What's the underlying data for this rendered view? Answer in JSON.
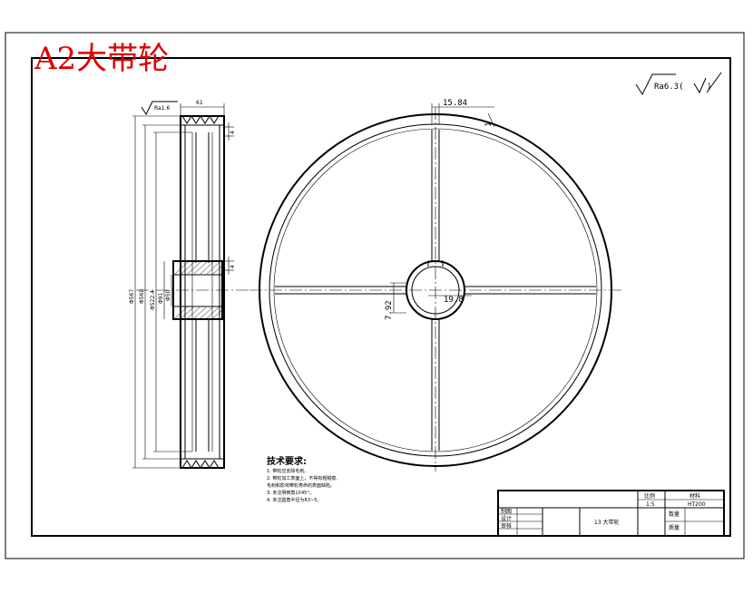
{
  "drawing": {
    "title": "A2大带轮",
    "roughness_main": "Ra6.3(",
    "roughness_main_tail": ")",
    "side_view": {
      "roughness": "Ra1.6",
      "dim_width": "61",
      "dim_d1": "Φ567",
      "dim_d2": "Φ560",
      "dim_d3": "Φ522.4",
      "dim_d4": "Φ91",
      "dim_d5": "Φ50",
      "dim_4_top": "4",
      "dim_4_hub": "4"
    },
    "front_view": {
      "dim_key_width": "15.84",
      "dim_t": "1",
      "dim_keyway": "19.8",
      "dim_hub": "7.92"
    },
    "notes": {
      "title": "技术要求:",
      "items": [
        "1. 带轮应去除毛刺。",
        "2. 带轮加工表面上，不得有粗糙痕,",
        "   毛刺和影响带轮寿命的表面缺陷。",
        "3. 未注明倒角1X45°。",
        "4. 未注圆角半径为R3~5。"
      ]
    },
    "title_block": {
      "scale_label": "比例",
      "scale_value": "1:5",
      "material_label": "材料",
      "material_value": "HT200",
      "drawn": "制图",
      "design": "设计",
      "check": "审核",
      "part_name": "13 大带轮",
      "qty": "数量",
      "weight": "质量"
    }
  }
}
